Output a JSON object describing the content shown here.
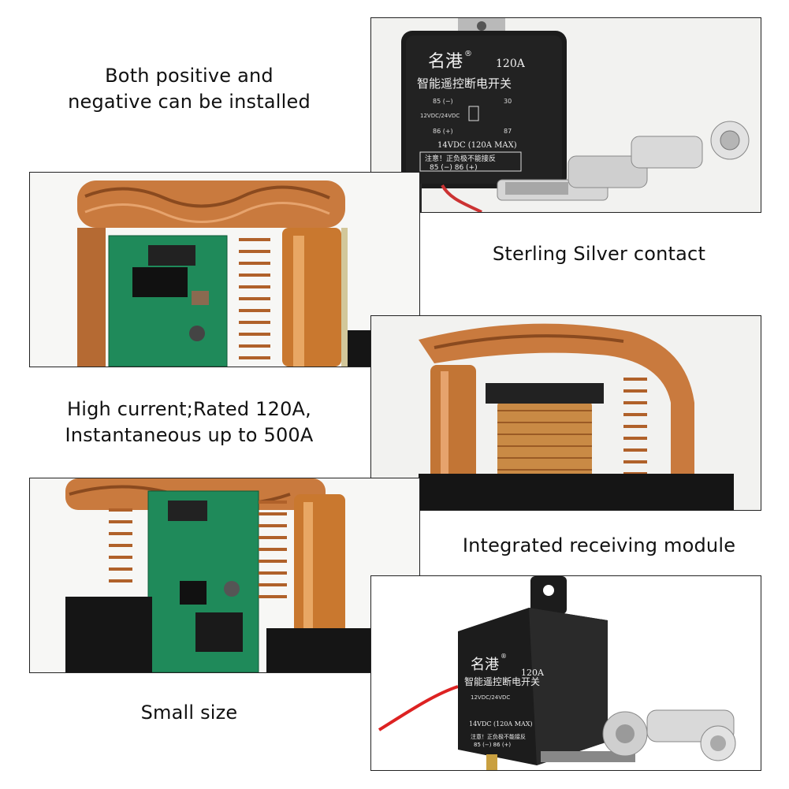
{
  "captions": {
    "top_left": "Both positive and\nnegative can be installed",
    "right_1": "Sterling Silver contact",
    "mid_left": "High current;Rated 120A,\nInstantaneous up to 500A",
    "right_2": "Integrated receiving module",
    "bottom_left": "Small size"
  },
  "relay_label": {
    "brand": "名港",
    "registered": "®",
    "rating": "120A",
    "name_cn": "智能遥控断电开关",
    "pin85": "85 (−)",
    "pin86": "86 (+)",
    "pin30": "30",
    "pin87": "87",
    "coil_voltage": "12VDC/24VDC",
    "spec": "14VDC (120A MAX)",
    "warning_cn": "注意！正负极不能接反",
    "terminals": "85 (−)   86 (+)"
  },
  "colors": {
    "copper": "#c97a3e",
    "copper_dark": "#8a4a1f",
    "pcb_green": "#1f8a5a",
    "relay_black": "#1c1c1c",
    "silver": "#c9c9c9"
  }
}
